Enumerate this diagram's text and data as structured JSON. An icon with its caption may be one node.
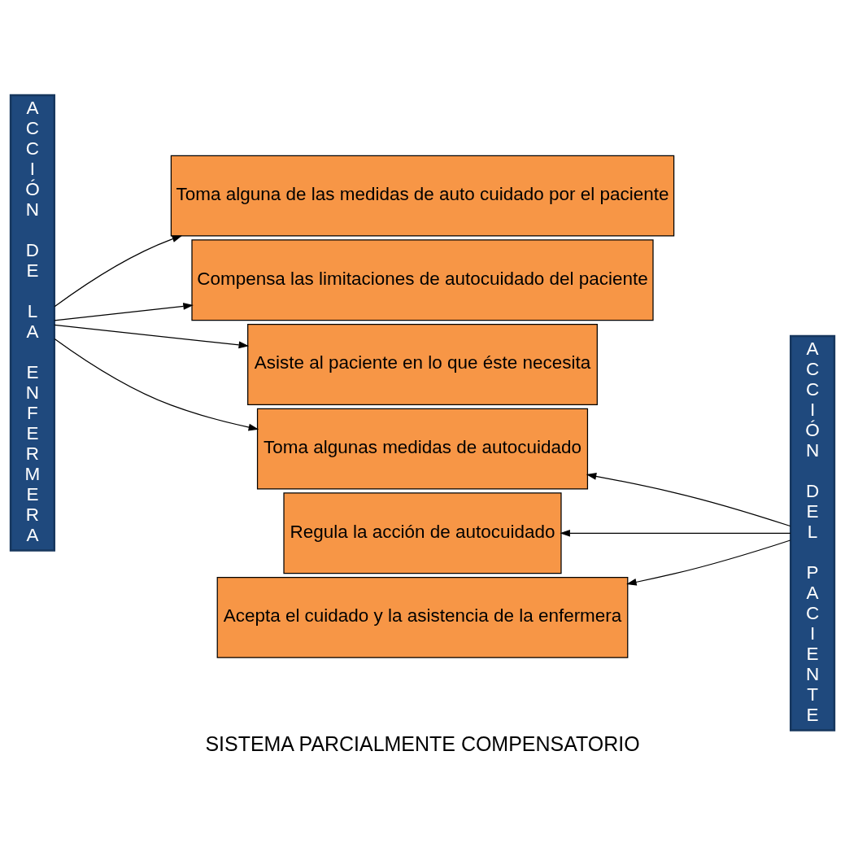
{
  "diagram": {
    "caption": "SISTEMA PARCIALMENTE COMPENSATORIO",
    "nodes": [
      {
        "text": [
          "ACCIÓN DE LA ENFERMERA"
        ]
      },
      {
        "text": [
          "Toma alguna de las medidas de auto cuidado por el paciente"
        ]
      },
      {
        "text": [
          "Compensa las limitaciones de autocuidado del paciente"
        ]
      },
      {
        "text": [
          "Asiste al paciente en lo que éste necesita"
        ]
      },
      {
        "text": [
          "Toma algunas medidas de autocuidado"
        ]
      },
      {
        "text": [
          "Regula la acción de autocuidado"
        ]
      },
      {
        "text": [
          "Acepta el cuidado y la asistencia de la enfermera"
        ]
      },
      {
        "text": [
          "ACCIÓN DEL PACIENTE"
        ]
      }
    ],
    "edges": [
      {
        "from": 0,
        "to": 1,
        "arrow": "to"
      },
      {
        "from": 0,
        "to": 2,
        "arrow": "to"
      },
      {
        "from": 0,
        "to": 3,
        "arrow": "to"
      },
      {
        "from": 0,
        "to": 4,
        "arrow": "to"
      },
      {
        "from": 7,
        "to": 4,
        "arrow": "to"
      },
      {
        "from": 7,
        "to": 5,
        "arrow": "to"
      },
      {
        "from": 7,
        "to": 6,
        "arrow": "to"
      }
    ]
  }
}
